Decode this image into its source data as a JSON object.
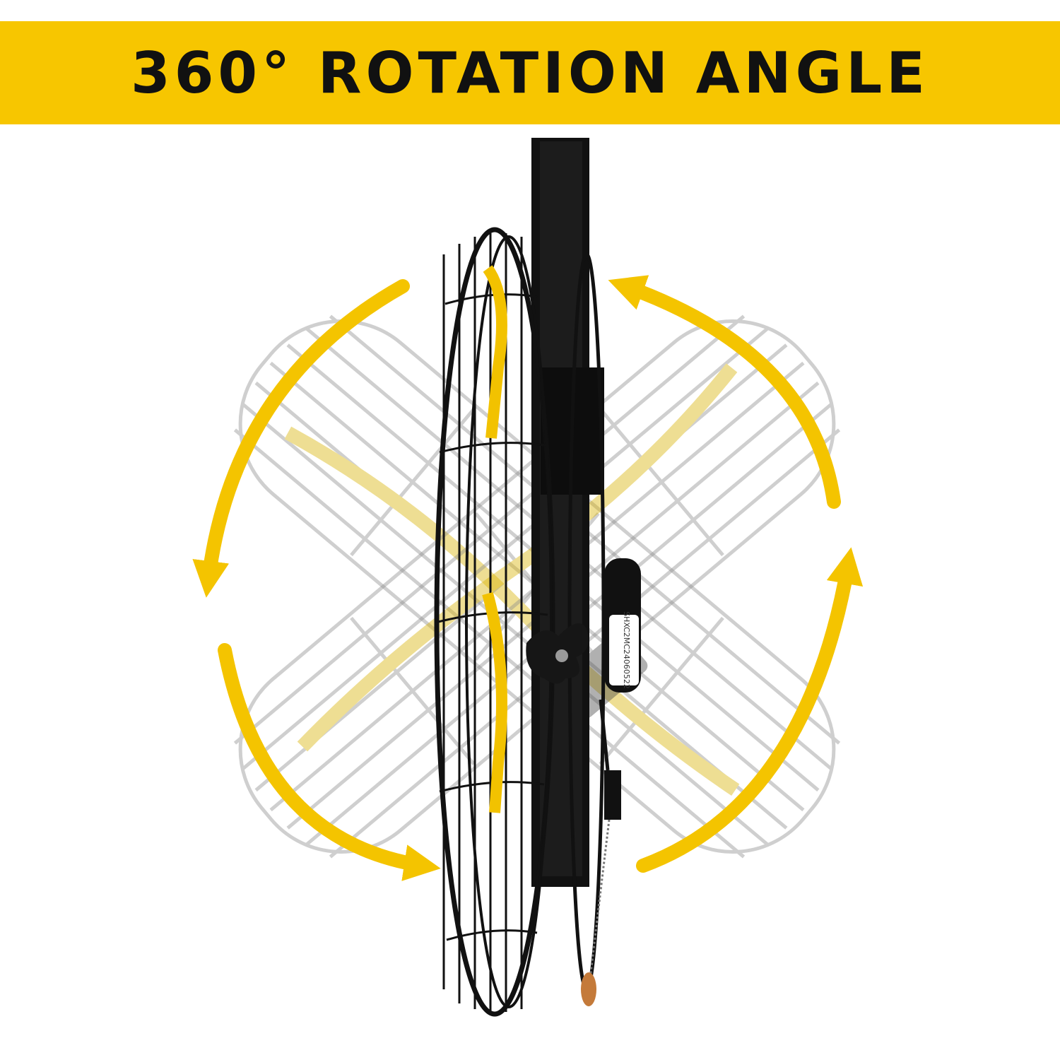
{
  "banner": {
    "title": "360° ROTATION ANGLE",
    "background_color": "#f7c600",
    "text_color": "#111111"
  },
  "product": {
    "label_text": "SHXC2MC24060522",
    "accent_color": "#f2c200",
    "frame_color": "#111111",
    "ghost_color": "#b5b5b5",
    "pull_knob_color": "#c47a3a"
  },
  "icons": {
    "arrows": [
      "curved-arrow-up-left",
      "curved-arrow-down-left",
      "curved-arrow-down-right",
      "curved-arrow-up-right"
    ]
  }
}
